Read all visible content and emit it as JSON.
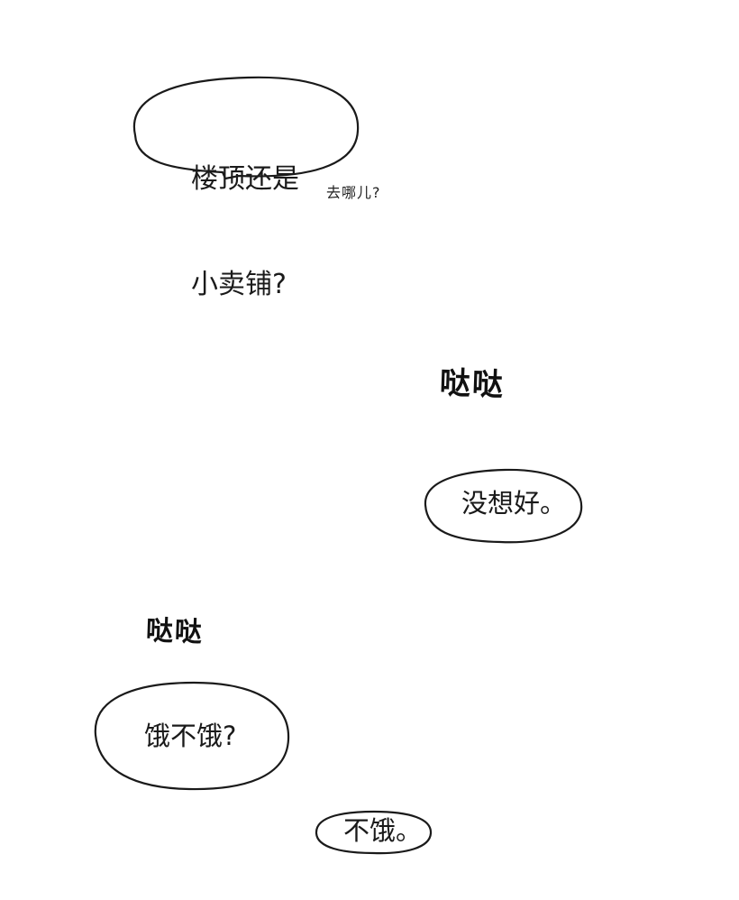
{
  "bubbles": {
    "rooftop_or_shop": {
      "line1": "楼顶还是",
      "line2": "小卖铺?"
    },
    "not_decided": "没想好。",
    "hungry_question": "饿不饿?",
    "not_hungry": "不饿。"
  },
  "whisper": "去哪儿?",
  "sfx": {
    "footsteps_1": "哒哒",
    "footsteps_2": "哒哒"
  }
}
